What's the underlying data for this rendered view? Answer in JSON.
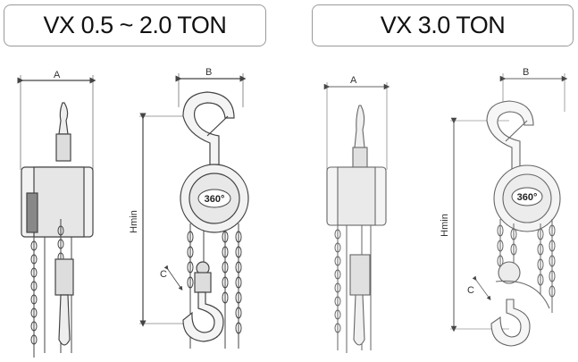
{
  "left_panel": {
    "title": "VX 0.5 ~ 2.0 TON"
  },
  "right_panel": {
    "title": "VX 3.0 TON"
  },
  "dimension_labels": {
    "a": "A",
    "b": "B",
    "hmin": "Hmin",
    "c": "C"
  },
  "rotation_badge": "360°",
  "colors": {
    "line": "#444444",
    "border": "#9a9a9a",
    "background": "#ffffff"
  }
}
